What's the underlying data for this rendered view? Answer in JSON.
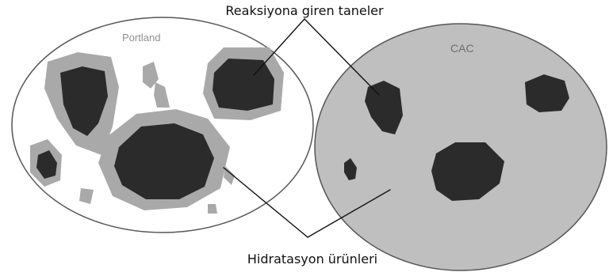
{
  "labels": {
    "top_callout": "Reaksiyona giren taneler",
    "bottom_callout": "Hidratasyon ürünleri",
    "portland": "Portland",
    "cac": "CAC"
  },
  "colors": {
    "grain": "#2b2b2b",
    "hydrate_rim": "#a9a9a9",
    "cac_matrix": "#bfbfbf",
    "portland_matrix": "#ffffff",
    "outline": "#555555",
    "leader_line": "#111111"
  }
}
